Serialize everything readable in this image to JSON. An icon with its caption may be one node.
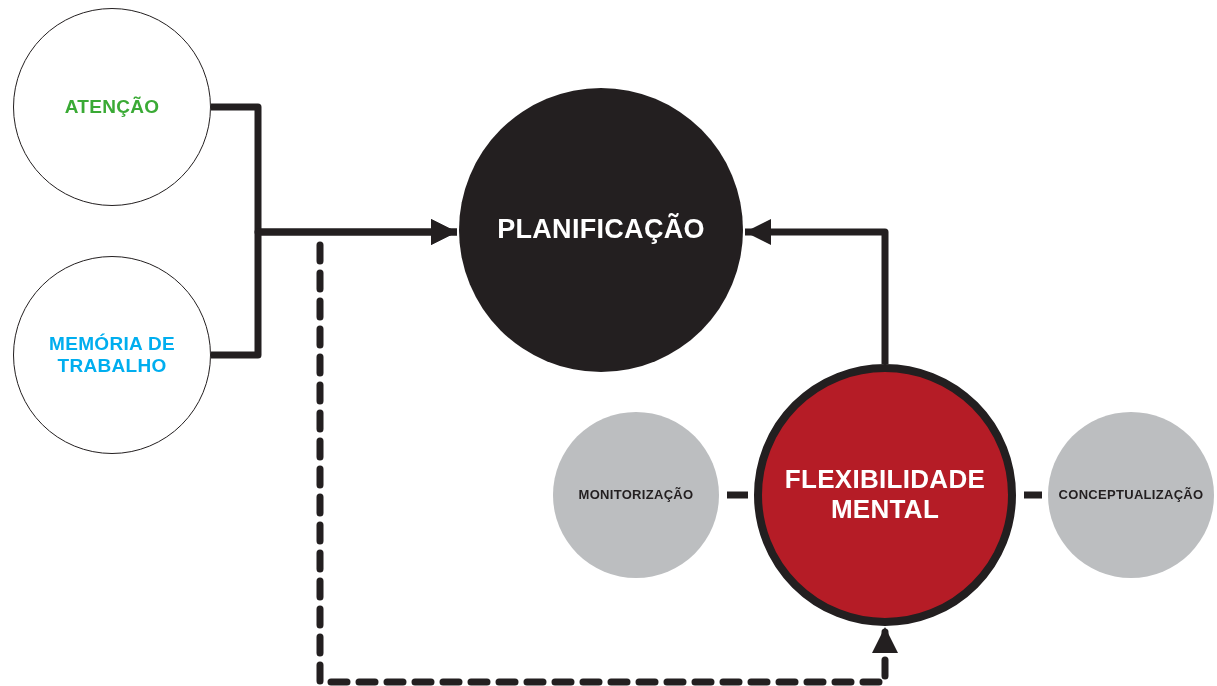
{
  "diagram": {
    "nodes": [
      {
        "text": [
          "ATENÇÃO"
        ]
      },
      {
        "text": [
          "MEMÓRIA DE TRABALHO"
        ]
      },
      {
        "text": [
          "PLANIFICAÇÃO"
        ]
      },
      {
        "text": [
          "MONITORIZAÇÃO"
        ]
      },
      {
        "text": [
          "FLEXIBILIDADE MENTAL"
        ]
      },
      {
        "text": [
          "CONCEPTUALIZAÇÃO"
        ]
      }
    ],
    "edges": [
      {
        "from": 0,
        "to": 2,
        "arrow": "to"
      },
      {
        "from": 1,
        "to": 2,
        "arrow": "to"
      },
      {
        "from": 4,
        "to": 2,
        "arrow": "to"
      },
      {
        "from": null,
        "to": 4,
        "arrow": "to",
        "style": "dashed"
      },
      {
        "from": 3,
        "to": 4,
        "arrow": "none"
      },
      {
        "from": 4,
        "to": 5,
        "arrow": "none"
      }
    ]
  }
}
